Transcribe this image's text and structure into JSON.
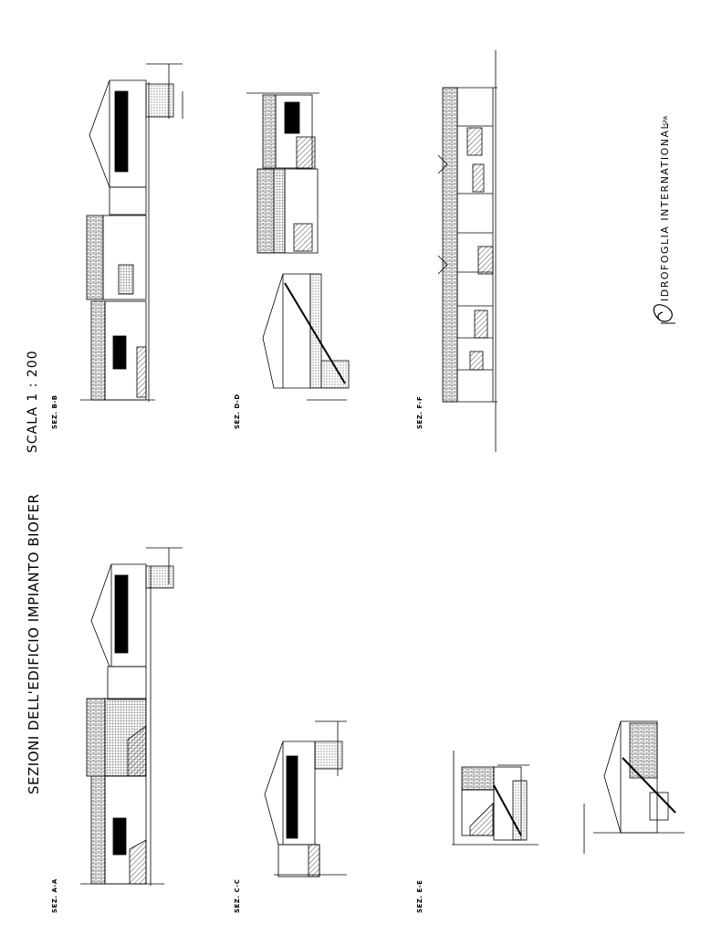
{
  "sheet": {
    "title": "SEZIONI DELL'EDIFICIO IMPIANTO BIOFER",
    "scale": "SCALA  1 : 200"
  },
  "sections": {
    "aa": "SEZ. A-A",
    "bb": "SEZ. B-B",
    "cc": "SEZ. C-C",
    "dd": "SEZ. D-D",
    "ee": "SEZ. E-E",
    "ff": "SEZ. F-F"
  },
  "company": {
    "name": "IDROFOGLIA INTERNATIONAL",
    "suffix": "SPA"
  }
}
